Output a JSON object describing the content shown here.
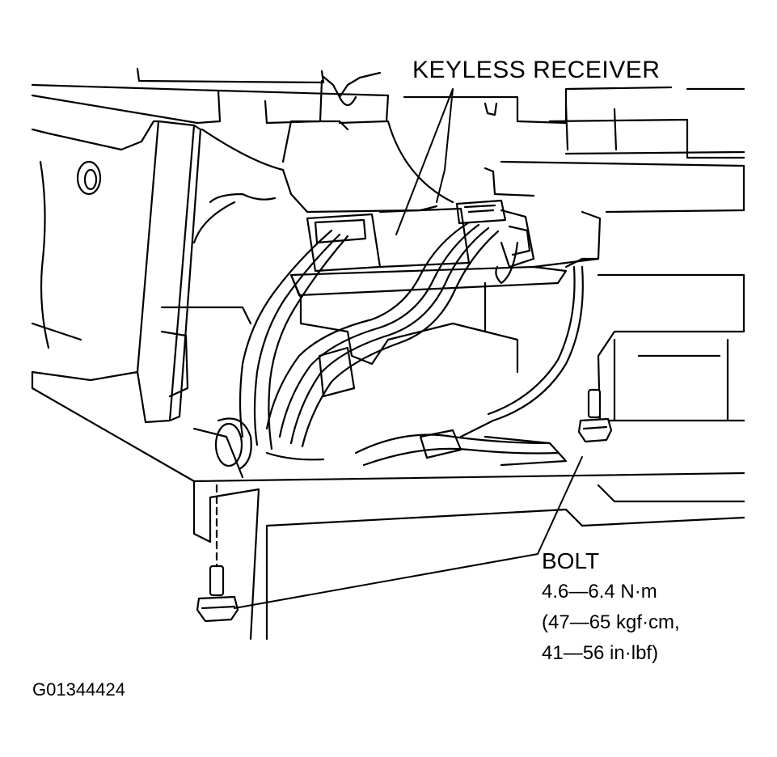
{
  "labels": {
    "keyless_receiver": "KEYLESS RECEIVER",
    "bolt": "BOLT",
    "torque_nm": "4.6—6.4 N·m",
    "torque_kgfcm": "(47—65 kgf·cm,",
    "torque_inlbf": "41—56 in·lbf)"
  },
  "figure_id": "G01344424",
  "colors": {
    "line": "#000000",
    "background": "#ffffff"
  }
}
